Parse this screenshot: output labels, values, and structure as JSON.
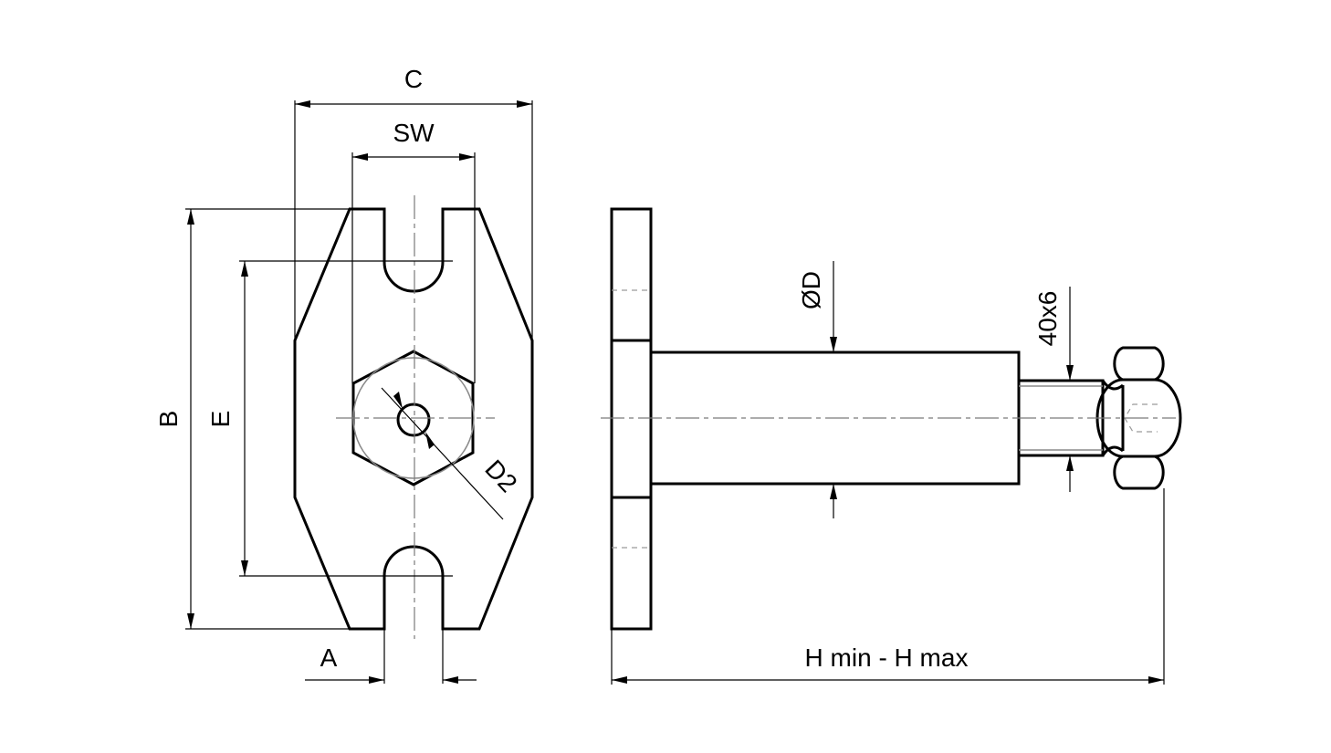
{
  "labels": {
    "c": "C",
    "sw": "SW",
    "b": "B",
    "e": "E",
    "d2": "D2",
    "a": "A",
    "od": "ØD",
    "thread": "40x6",
    "h": "H min - H max"
  },
  "colors": {
    "line": "#000000",
    "centerline": "#7a7a7a",
    "background": "#ffffff"
  }
}
